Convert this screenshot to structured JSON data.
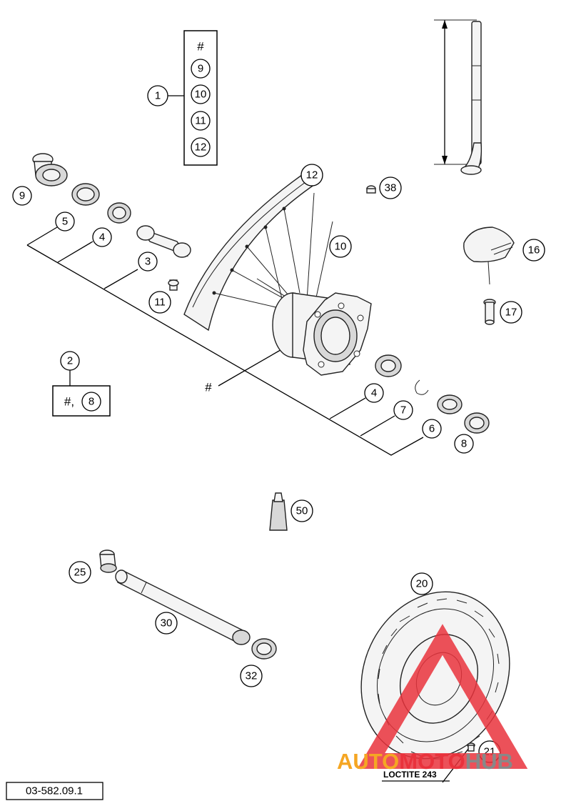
{
  "callouts": [
    {
      "id": "1",
      "label": "1"
    },
    {
      "id": "2",
      "label": "2"
    },
    {
      "id": "3",
      "label": "3"
    },
    {
      "id": "4a",
      "label": "4"
    },
    {
      "id": "4b",
      "label": "4"
    },
    {
      "id": "5",
      "label": "5"
    },
    {
      "id": "6",
      "label": "6"
    },
    {
      "id": "7",
      "label": "7"
    },
    {
      "id": "8",
      "label": "8"
    },
    {
      "id": "9",
      "label": "9"
    },
    {
      "id": "10",
      "label": "10"
    },
    {
      "id": "11",
      "label": "11"
    },
    {
      "id": "12",
      "label": "12"
    },
    {
      "id": "16",
      "label": "16"
    },
    {
      "id": "17",
      "label": "17"
    },
    {
      "id": "20",
      "label": "20"
    },
    {
      "id": "21",
      "label": "21"
    },
    {
      "id": "25",
      "label": "25"
    },
    {
      "id": "30",
      "label": "30"
    },
    {
      "id": "32",
      "label": "32"
    },
    {
      "id": "38",
      "label": "38"
    },
    {
      "id": "50",
      "label": "50"
    }
  ],
  "kit_box_1": {
    "header": "#",
    "items": [
      "9",
      "10",
      "11",
      "12"
    ]
  },
  "kit_box_2": {
    "hash": "#,",
    "item": "8"
  },
  "hub_marker": "#",
  "loctite_label": "LOCTITE 243",
  "document_number": "03-582.09.1",
  "watermark": {
    "part1": "AUTO",
    "part2": "MOTO",
    "part3": "HUB",
    "color_red": "#e9323c",
    "color_orange": "#f5a623",
    "color_gray": "#888888"
  }
}
